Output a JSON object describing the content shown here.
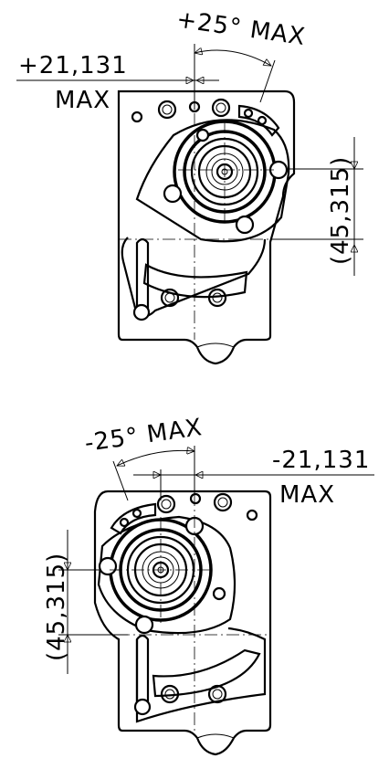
{
  "views": [
    {
      "angle_label": "+25° MAX",
      "offset_value": "+21,131",
      "offset_suffix": "MAX",
      "height_label": "(45,315)"
    },
    {
      "angle_label": "-25° MAX",
      "offset_value": "-21,131",
      "offset_suffix": "MAX",
      "height_label": "(45,315)"
    }
  ]
}
